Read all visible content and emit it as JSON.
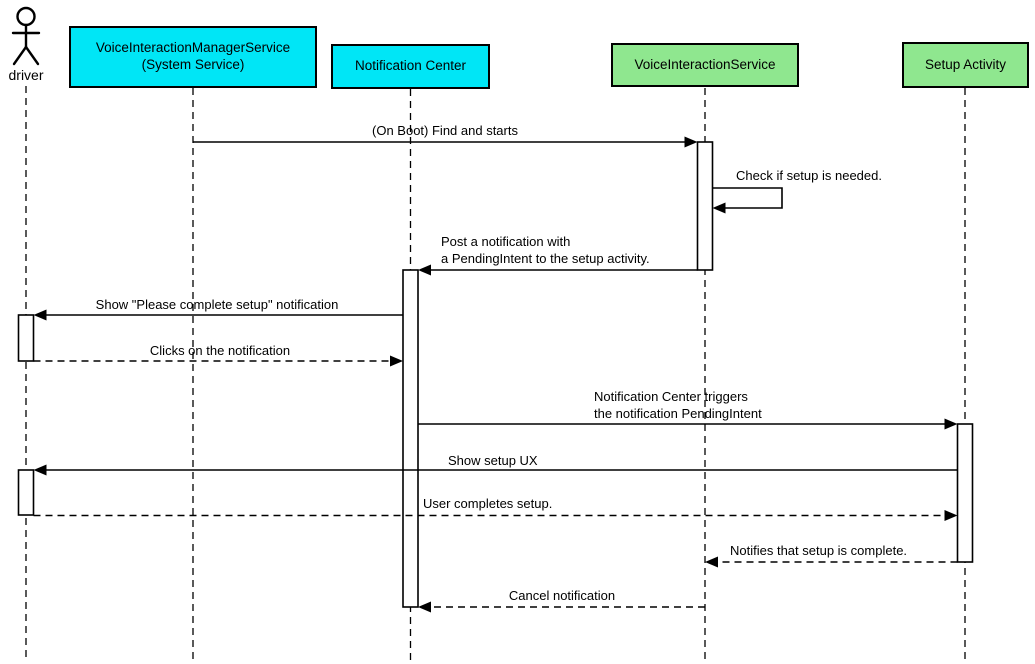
{
  "diagram": {
    "type": "uml-sequence-diagram",
    "actor": {
      "name": "driver"
    },
    "participants": [
      {
        "id": "voice-interaction-manager-service",
        "label": "VoiceInteractionManagerService\n(System Service)",
        "fill": "#00E6F6"
      },
      {
        "id": "notification-center",
        "label": "Notification Center",
        "fill": "#00E6F6"
      },
      {
        "id": "voice-interaction-service",
        "label": "VoiceInteractionService",
        "fill": "#8FE78F"
      },
      {
        "id": "setup-activity",
        "label": "Setup Activity",
        "fill": "#8FE78F"
      }
    ],
    "colors": {
      "system_fill": "#00E6F6",
      "app_fill": "#8FE78F",
      "line": "#000000",
      "background": "#FFFFFF"
    },
    "messages": [
      {
        "label": "(On Boot) Find and starts",
        "from": "VoiceInteractionManagerService (System Service)",
        "to": "VoiceInteractionService",
        "line": "solid"
      },
      {
        "label": "Check if setup is needed.",
        "from": "VoiceInteractionService",
        "to": "VoiceInteractionService",
        "line": "solid"
      },
      {
        "label": "Post a notification with\na PendingIntent to the setup activity.",
        "from": "VoiceInteractionService",
        "to": "Notification Center",
        "line": "solid"
      },
      {
        "label": "Show \"Please complete setup\" notification",
        "from": "Notification Center",
        "to": "driver",
        "line": "solid"
      },
      {
        "label": "Clicks on the notification",
        "from": "driver",
        "to": "Notification Center",
        "line": "dashed"
      },
      {
        "label": "Notification Center triggers\nthe notification PendingIntent",
        "from": "Notification Center",
        "to": "Setup Activity",
        "line": "solid"
      },
      {
        "label": "Show setup UX",
        "from": "Setup Activity",
        "to": "driver",
        "line": "solid"
      },
      {
        "label": "User completes setup.",
        "from": "driver",
        "to": "Setup Activity",
        "line": "dashed"
      },
      {
        "label": "Notifies that setup is complete.",
        "from": "Setup Activity",
        "to": "VoiceInteractionService",
        "line": "dashed"
      },
      {
        "label": "Cancel notification",
        "from": "VoiceInteractionService",
        "to": "Notification Center",
        "line": "dashed"
      }
    ]
  }
}
